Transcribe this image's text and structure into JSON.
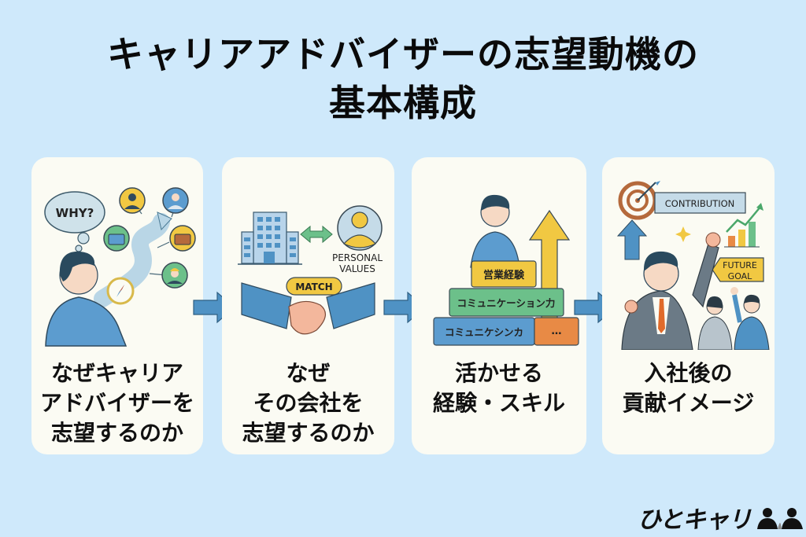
{
  "title": {
    "line1": "キャリアアドバイザーの志望動機の",
    "line2": "基本構成"
  },
  "colors": {
    "background": "#cfe9fb",
    "card": "#fbfbf3",
    "arrow": "#4f92c4",
    "yellow": "#f3c94a",
    "green": "#6cc08a",
    "blue": "#4f92c4",
    "orange": "#e88a45"
  },
  "cards": [
    {
      "label": "なぜキャリア\nアドバイザーを\n志望するのか",
      "art": {
        "speech_bubble": "WHY?",
        "icons": [
          "person-icon",
          "woman-icon",
          "briefcase-icon",
          "briefcase-icon",
          "worker-icon"
        ],
        "compass": "compass-icon"
      }
    },
    {
      "label": "なぜ\nその会社を\n志望するのか",
      "art": {
        "building": "building-icon",
        "exchange": "double-arrow-icon",
        "values_label_1": "PERSONAL",
        "values_label_2": "VALUES",
        "match_badge": "MATCH",
        "handshake": "handshake-icon"
      }
    },
    {
      "label": "活かせる\n経験・スキル",
      "art": {
        "blocks": [
          {
            "text": "営業経験",
            "color": "yellow"
          },
          {
            "text": "コミュニケーション力",
            "color": "green"
          },
          {
            "text": "コミュニケシンカ",
            "color": "blue"
          },
          {
            "text": "…",
            "color": "orange"
          }
        ],
        "growth_arrow": "up-arrow-icon"
      }
    },
    {
      "label": "入社後の\n貢献イメージ",
      "art": {
        "contribution_label": "CONTRIBUTION",
        "goal_label_1": "FUTURE",
        "goal_label_2": "GOAL",
        "target": "target-icon",
        "chart": "growth-chart-icon"
      }
    }
  ],
  "logo": {
    "text": "ひとキャリ",
    "icon": "people-icon"
  }
}
